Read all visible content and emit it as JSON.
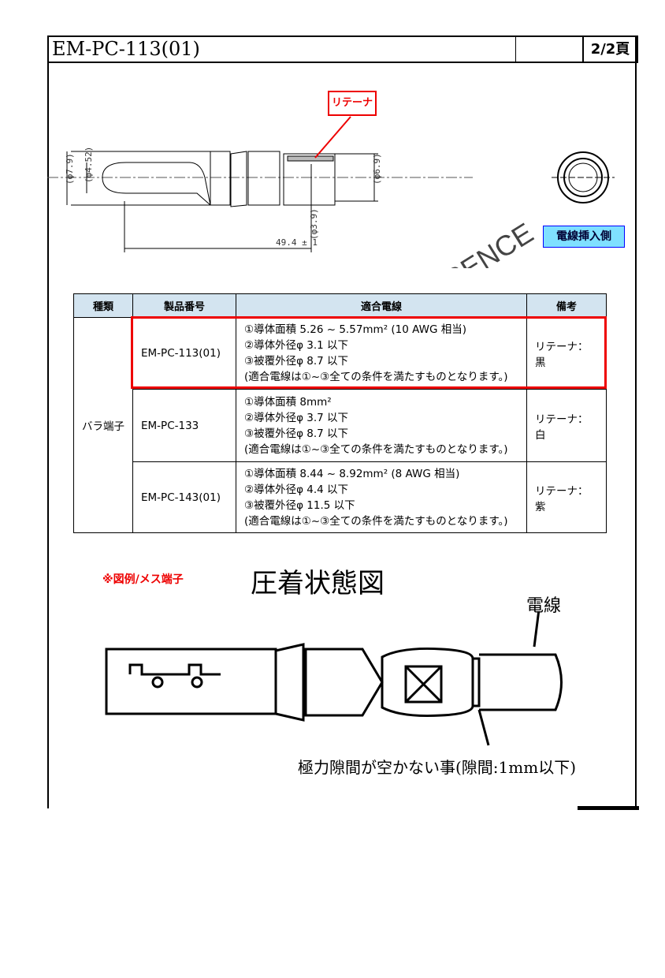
{
  "header": {
    "doc_id": "EM-PC-113(01)",
    "page": "2/2頁"
  },
  "drawing": {
    "retainer_label": "リテーナ",
    "dim_outer": "(φ7.9)",
    "dim_inner": "(φ4.52)",
    "dim_right": "(φ6.9)",
    "dim_right2": "(φ3.9)",
    "length": "49.4 ± 1",
    "insertion_side": "電線挿入側",
    "watermark": "RENCE",
    "accent": "#e00000"
  },
  "table": {
    "headers": [
      "種類",
      "製品番号",
      "適合電線",
      "備考"
    ],
    "type": "バラ端子",
    "rows": [
      {
        "part": "EM-PC-113(01)",
        "lines": [
          "①導体面積 5.26 ~ 5.57mm² (10 AWG 相当)",
          "②導体外径φ 3.1 以下",
          "③被覆外径φ 8.7 以下",
          "(適合電線は①~③全ての条件を満たすものとなります。)"
        ],
        "note": "リテーナ：黒"
      },
      {
        "part": "EM-PC-133",
        "lines": [
          "①導体面積 8mm²",
          "②導体外径φ 3.7 以下",
          "③被覆外径φ 8.7 以下",
          "(適合電線は①~③全ての条件を満たすものとなります。)"
        ],
        "note": "リテーナ：白"
      },
      {
        "part": "EM-PC-143(01)",
        "lines": [
          "①導体面積 8.44 ~ 8.92mm² (8 AWG 相当)",
          "②導体外径φ 4.4 以下",
          "③被覆外径φ 11.5 以下",
          "(適合電線は①~③全ての条件を満たすものとなります。)"
        ],
        "note": "リテーナ：紫"
      }
    ]
  },
  "crimp": {
    "example_note": "※図例/メス端子",
    "title": "圧着状態図",
    "wire_label": "電線",
    "gap_note": "極力隙間が空かない事(隙間:1mm以下)"
  }
}
